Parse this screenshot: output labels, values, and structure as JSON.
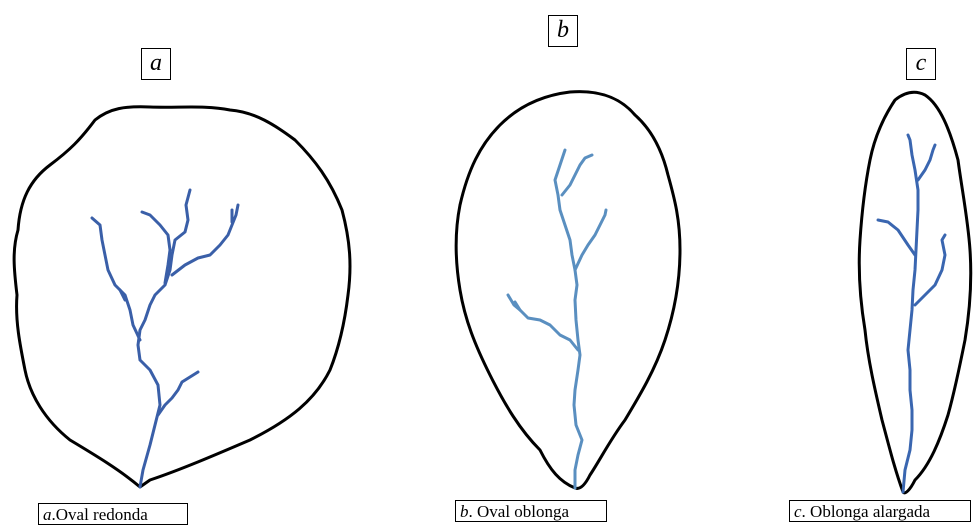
{
  "labels": {
    "a": "a",
    "b": "b",
    "c": "c"
  },
  "captions": {
    "a": {
      "letter": "a",
      "separator": ".",
      "text": "Oval redonda"
    },
    "b": {
      "letter": "b",
      "separator": ".",
      "text": "Oval oblonga"
    },
    "c": {
      "letter": "c",
      "separator": ".",
      "text": "Oblonga  alargada"
    }
  },
  "colors": {
    "outline": "#000000",
    "vein_a": "#3a5fa8",
    "vein_b": "#5a8fc0",
    "vein_c": "#3a66b0"
  }
}
